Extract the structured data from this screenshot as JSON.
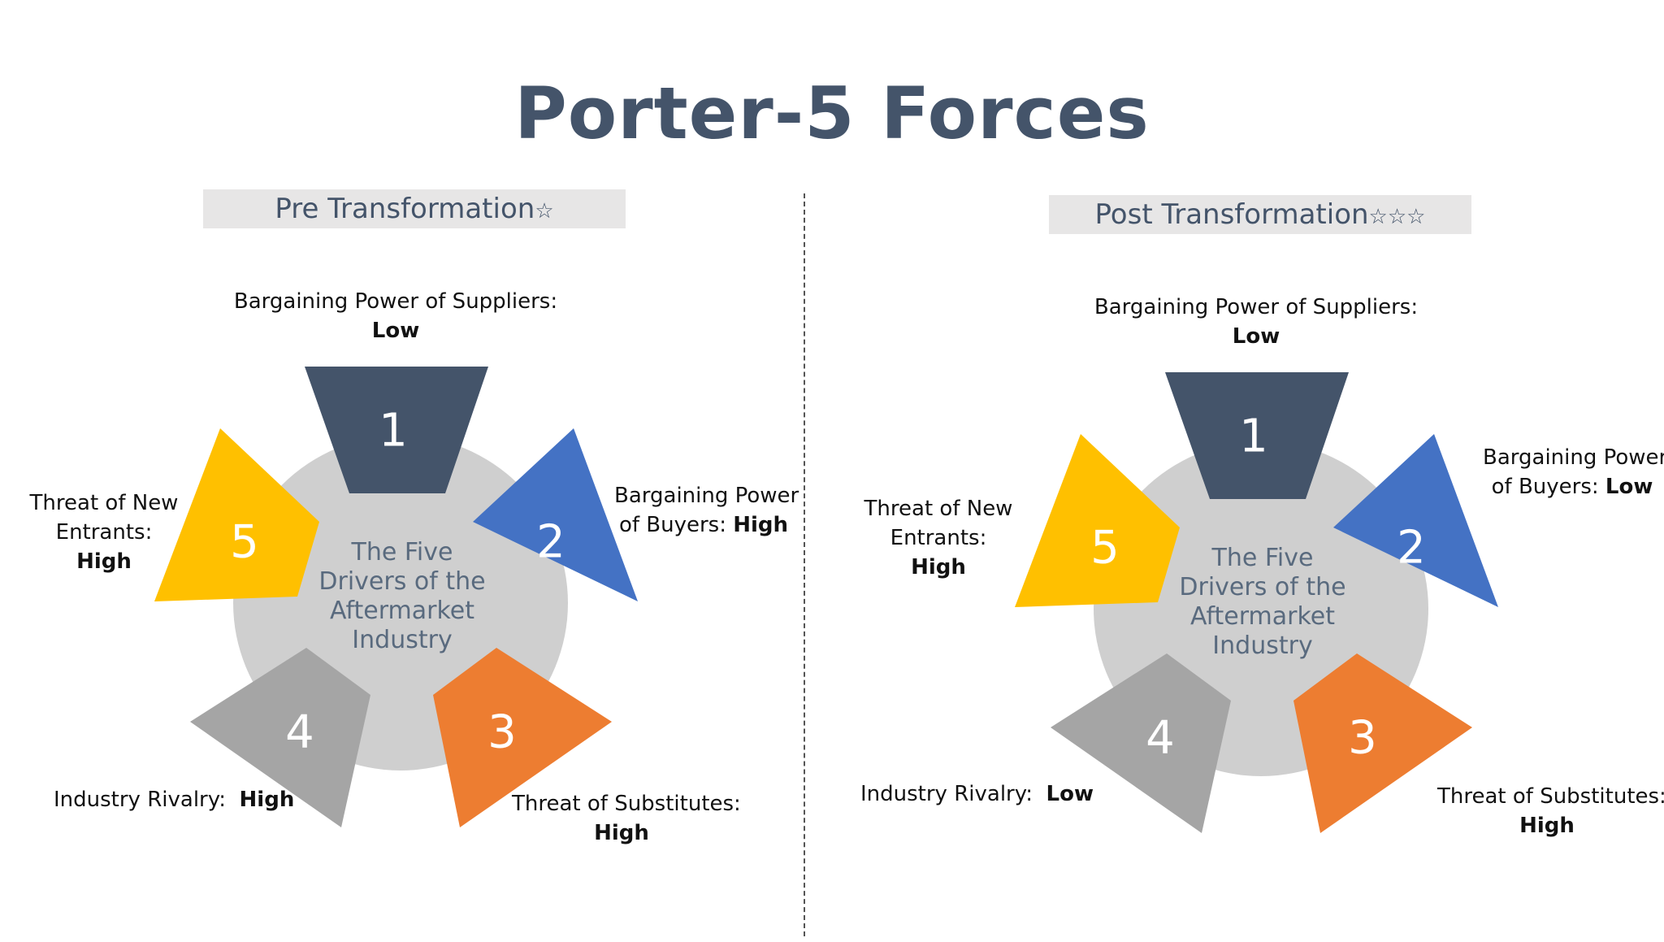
{
  "title": "Porter-5 Forces",
  "center_text": [
    "The Five",
    "Drivers of the",
    "Aftermarket",
    "Industry"
  ],
  "colors": {
    "title": "#44546a",
    "force1": "#44546a",
    "force2": "#4472c4",
    "force3": "#ed7d31",
    "force4": "#a5a5a5",
    "force5": "#ffc000",
    "hub": "#cfcfcf"
  },
  "numbers": [
    "1",
    "2",
    "3",
    "4",
    "5"
  ],
  "pre": {
    "header": "Pre Transformation",
    "stars": "☆",
    "suppliers": {
      "label": "Bargaining Power of Suppliers:",
      "value": "Low"
    },
    "buyers": {
      "label_line1": "Bargaining Power",
      "label_line2": "of Buyers:",
      "value": "High"
    },
    "substitutes": {
      "label": "Threat of Substitutes:",
      "value": "High"
    },
    "rivalry": {
      "label": "Industry Rivalry:",
      "value": "High"
    },
    "new_entrants": {
      "label_line1": "Threat of New",
      "label_line2": "Entrants:",
      "value": "High"
    }
  },
  "post": {
    "header": "Post Transformation",
    "stars": "☆☆☆",
    "suppliers": {
      "label": "Bargaining Power of Suppliers:",
      "value": "Low"
    },
    "buyers": {
      "label_line1": "Bargaining Power",
      "label_line2": "of Buyers:",
      "value": "Low"
    },
    "substitutes": {
      "label": "Threat of Substitutes:",
      "value": "High"
    },
    "rivalry": {
      "label": "Industry Rivalry:",
      "value": "Low"
    },
    "new_entrants": {
      "label_line1": "Threat of New",
      "label_line2": "Entrants:",
      "value": "High"
    }
  }
}
